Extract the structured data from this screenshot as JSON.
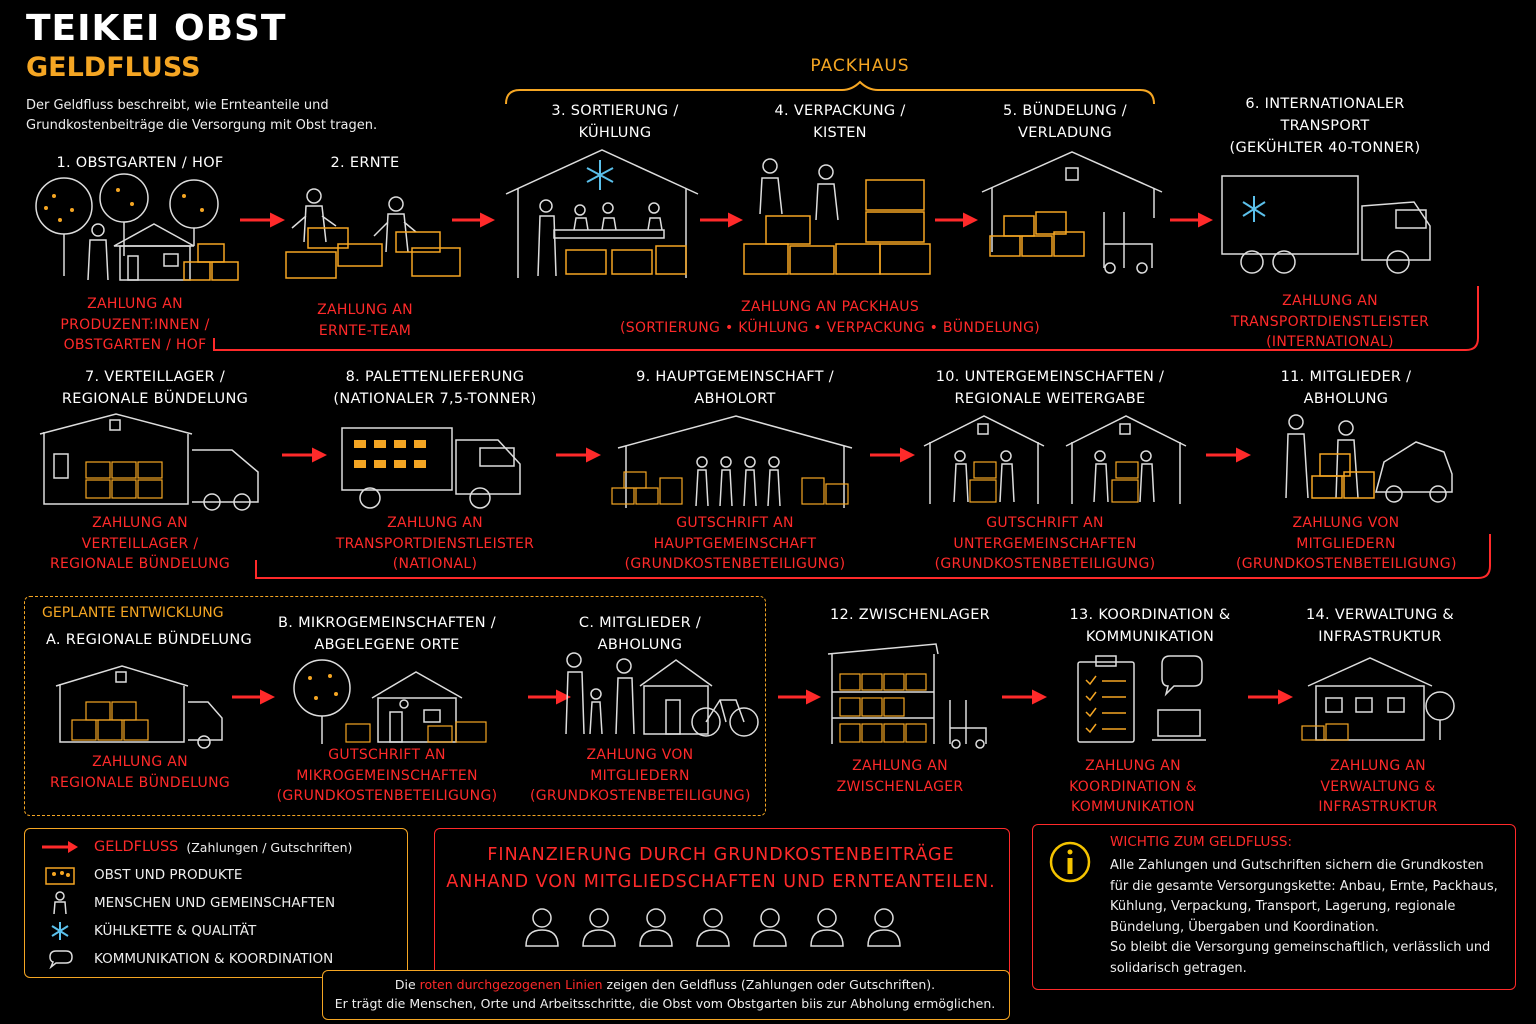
{
  "header": {
    "title": "TEIKEI OBST",
    "subtitle": "GELDFLUSS",
    "intro": "Der Geldfluss beschreibt, wie Ernteanteile und Grundkostenbeiträge die Versorgung mit Obst tragen."
  },
  "packhaus_label": "PACKHAUS",
  "row1": [
    {
      "title": "1. OBSTGARTEN / HOF",
      "pay": "ZAHLUNG AN\nPRODUZENT:INNEN /\nOBSTGARTEN / HOF"
    },
    {
      "title": "2. ERNTE",
      "pay": "ZAHLUNG AN\nERNTE-TEAM"
    },
    {
      "title": "3. SORTIERUNG /\nKÜHLUNG"
    },
    {
      "title": "4. VERPACKUNG /\nKISTEN"
    },
    {
      "title": "5. BÜNDELUNG /\nVERLADUNG"
    },
    {
      "title": "6. INTERNATIONALER\nTRANSPORT\n(GEKÜHLTER 40-TONNER)",
      "pay": "ZAHLUNG AN\nTRANSPORTDIENSTLEISTER\n(INTERNATIONAL)"
    }
  ],
  "packhaus_pay": "ZAHLUNG AN PACKHAUS\n(SORTIERUNG • KÜHLUNG • VERPACKUNG • BÜNDELUNG)",
  "row2": [
    {
      "title": "7. VERTEILLAGER /\nREGIONALE BÜNDELUNG",
      "pay": "ZAHLUNG AN\nVERTEILLAGER /\nREGIONALE BÜNDELUNG"
    },
    {
      "title": "8. PALETTENLIEFERUNG\n(NATIONALER 7,5-TONNER)",
      "pay": "ZAHLUNG AN\nTRANSPORTDIENSTLEISTER\n(NATIONAL)"
    },
    {
      "title": "9. HAUPTGEMEINSCHAFT /\nABHOLORT",
      "pay": "GUTSCHRIFT AN\nHAUPTGEMEINSCHAFT\n(GRUNDKOSTENBETEILIGUNG)"
    },
    {
      "title": "10. UNTERGEMEINSCHAFTEN /\nREGIONALE WEITERGABE",
      "pay": "GUTSCHRIFT AN\nUNTERGEMEINSCHAFTEN\n(GRUNDKOSTENBETEILIGUNG)"
    },
    {
      "title": "11. MITGLIEDER / ABHOLUNG",
      "pay": "ZAHLUNG VON\nMITGLIEDERN\n(GRUNDKOSTENBETEILIGUNG)"
    }
  ],
  "planned_label": "GEPLANTE ENTWICKLUNG",
  "row3": [
    {
      "title": "A. REGIONALE BÜNDELUNG",
      "pay": "ZAHLUNG AN\nREGIONALE BÜNDELUNG"
    },
    {
      "title": "B. MIKROGEMEINSCHAFTEN /\nABGELEGENE ORTE",
      "pay": "GUTSCHRIFT AN\nMIKROGEMEINSCHAFTEN\n(GRUNDKOSTENBETEILIGUNG)"
    },
    {
      "title": "C. MITGLIEDER /\nABHOLUNG",
      "pay": "ZAHLUNG VON\nMITGLIEDERN\n(GRUNDKOSTENBETEILIGUNG)"
    },
    {
      "title": "12. ZWISCHENLAGER",
      "pay": "ZAHLUNG AN\nZWISCHENLAGER"
    },
    {
      "title": "13. KOORDINATION &\nKOMMUNIKATION",
      "pay": "ZAHLUNG AN\nKOORDINATION &\nKOMMUNIKATION"
    },
    {
      "title": "14. VERWALTUNG &\nINFRASTRUKTUR",
      "pay": "ZAHLUNG AN\nVERWALTUNG &\nINFRASTRUKTUR"
    }
  ],
  "legend": {
    "geldfluss_label": "GELDFLUSS",
    "geldfluss_note": "(Zahlungen / Gutschriften)",
    "obst": "OBST UND PRODUKTE",
    "menschen": "MENSCHEN UND GEMEINSCHAFTEN",
    "kuehl": "KÜHLKETTE & QUALITÄT",
    "komm": "KOMMUNIKATION & KOORDINATION"
  },
  "finanzierung": "FINANZIERUNG DURCH GRUNDKOSTENBEITRÄGE\nANHAND VON MITGLIEDSCHAFTEN UND ERNTEANTEILEN.",
  "info": {
    "heading": "WICHTIG ZUM GELDFLUSS:",
    "body1": "Alle Zahlungen und Gutschriften sichern die Grundkosten für die gesamte Versorgungskette: Anbau, Ernte, Packhaus, Kühlung, Verpackung, Transport, Lagerung, regionale Bündelung, Übergaben und Koordination.",
    "body2": "So bleibt die Versorgung gemeinschaftlich, verlässlich und solidarisch getragen."
  },
  "note": {
    "pre": "Die ",
    "red": "roten durchgezogenen Linien",
    "post": " zeigen den Geldfluss (Zahlungen oder Gutschriften).",
    "line2": "Er trägt die Menschen, Orte und Arbeitsschritte, die Obst vom Obstgarten biis zur Abholung ermöglichen."
  },
  "colors": {
    "accent": "#f5a623",
    "money": "#ff2a2a",
    "line": "#e8e8e8",
    "cold": "#5bc0eb"
  }
}
